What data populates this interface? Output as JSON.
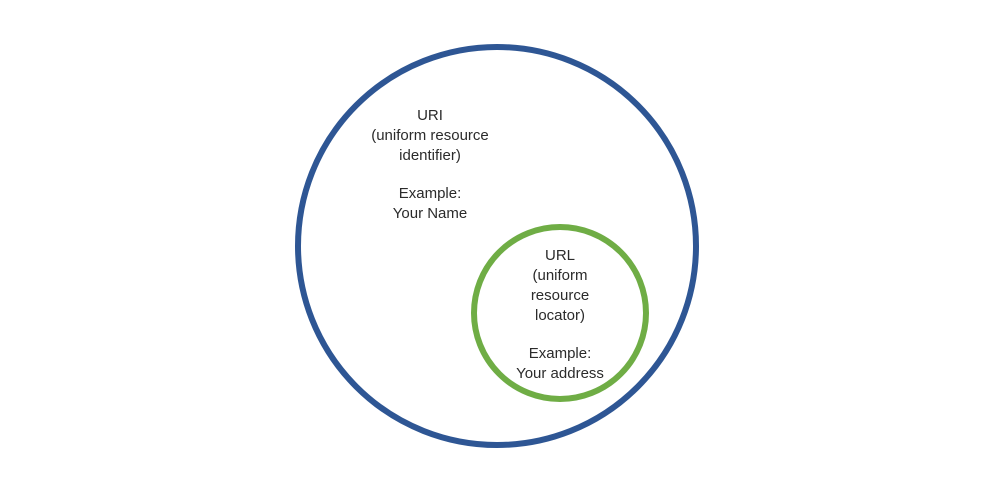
{
  "diagram": {
    "outer": {
      "color": "#2e5694",
      "lines": [
        "URI",
        "(uniform resource",
        "identifier)"
      ],
      "example": [
        "Example:",
        "Your Name"
      ]
    },
    "inner": {
      "color": "#6fad45",
      "lines": [
        "URL",
        "(uniform",
        "resource",
        "locator)"
      ],
      "example": [
        "Example:",
        "Your address"
      ]
    }
  }
}
